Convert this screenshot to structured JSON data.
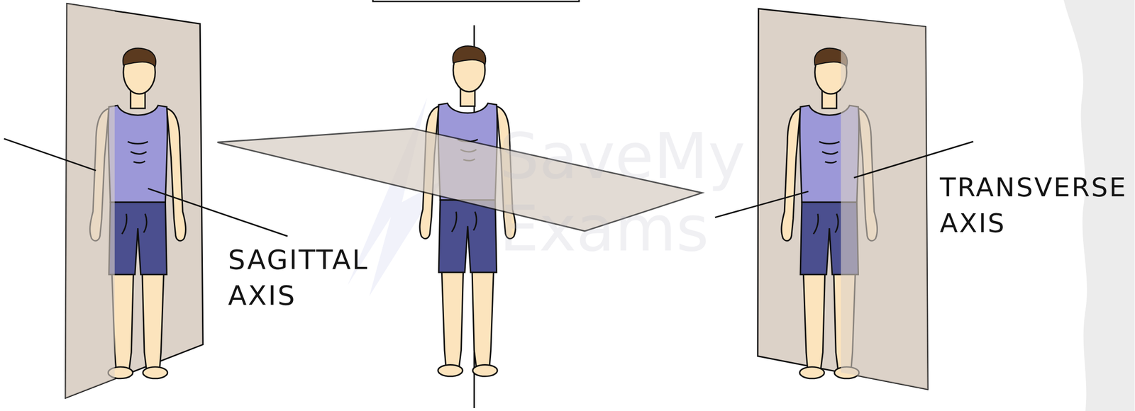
{
  "diagram": {
    "labels": [
      "SAGITTAL AXIS",
      "TRANSVERSE AXIS",
      "SaveMy Exams"
    ]
  }
}
